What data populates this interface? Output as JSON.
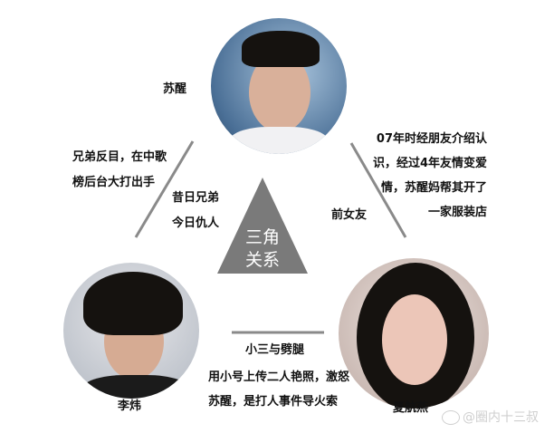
{
  "people": {
    "top": "苏醒",
    "left": "李炜",
    "right": "夏航燕"
  },
  "center": {
    "line1": "三角",
    "line2": "关系"
  },
  "relations": {
    "left_outer": [
      "兄弟反目，在中歌",
      "榜后台大打出手"
    ],
    "left_inner": [
      "昔日兄弟",
      "今日仇人"
    ],
    "right_outer": [
      "07年时经朋友介绍认",
      "识，经过4年友情变爱",
      "情，苏醒妈帮其开了",
      "一家服装店"
    ],
    "right_inner": "前女友",
    "bottom_title": "小三与劈腿",
    "bottom_detail": [
      "用小号上传二人艳照，激怒",
      "苏醒，是打人事件导火索"
    ]
  },
  "watermark": "@圈内十三叔",
  "colors": {
    "triangle": "#7a7a7a",
    "line": "#8a8a8a"
  }
}
